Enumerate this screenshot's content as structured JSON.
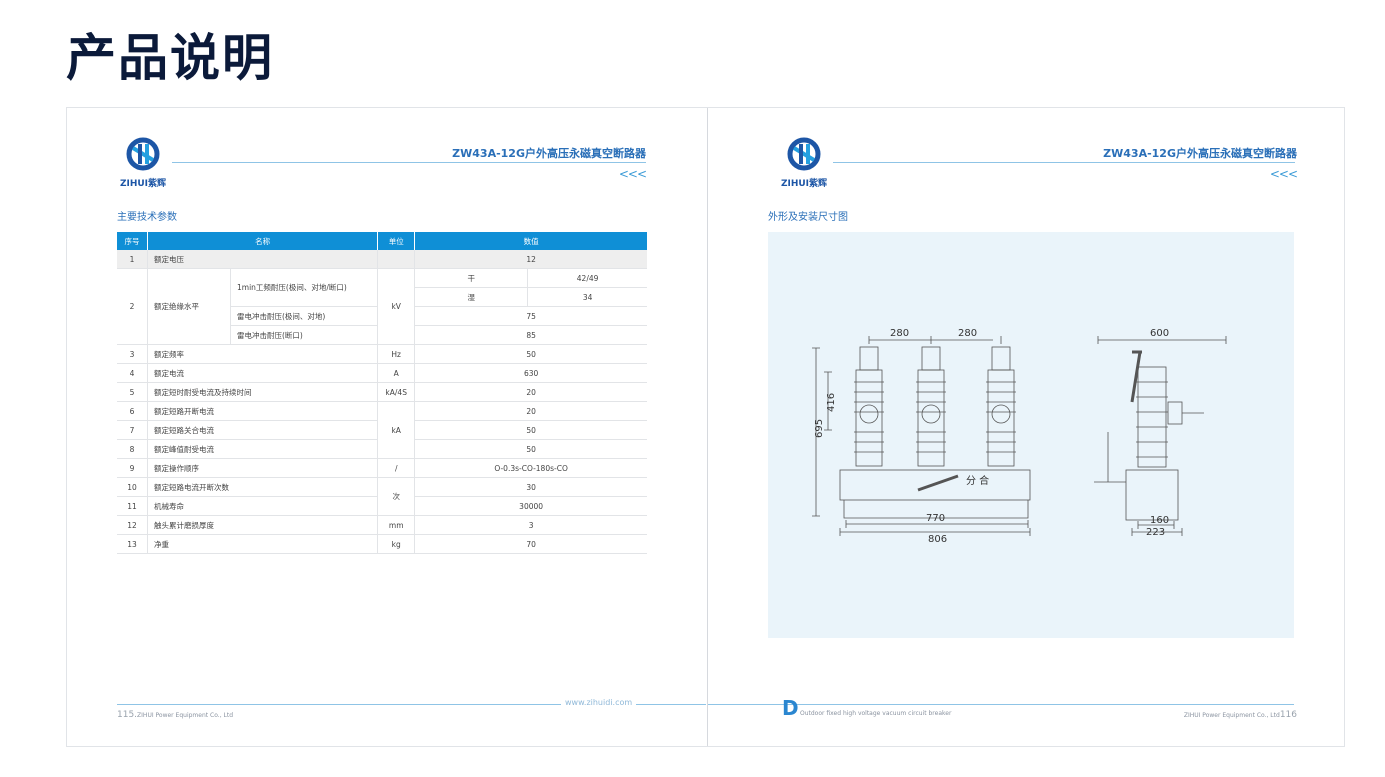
{
  "page_title": "产品说明",
  "brand": {
    "logo_text": "ZIHUI紫辉",
    "accent": "#1d56a6"
  },
  "doc_title": "ZW43A-12G户外高压永磁真空断路器",
  "chevrons": "<<<",
  "left_page": {
    "section_title": "主要技术参数",
    "table": {
      "headers": [
        "序号",
        "名称",
        "单位",
        "数值"
      ],
      "rows": [
        {
          "no": "1",
          "name": "额定电压",
          "value": "12"
        },
        {
          "no": "2",
          "name": "额定绝缘水平",
          "sub1": "1min工频耐压(极间、对地/断口)",
          "unit": "kV",
          "dry_label": "干",
          "dry_value": "42/49",
          "wet_label": "湿",
          "wet_value": "34",
          "sub2": "雷电冲击耐压(极间、对地)",
          "sub2_value": "75",
          "sub3": "雷电冲击耐压(断口)",
          "sub3_value": "85"
        },
        {
          "no": "3",
          "name": "额定频率",
          "unit": "Hz",
          "value": "50"
        },
        {
          "no": "4",
          "name": "额定电流",
          "unit": "A",
          "value": "630"
        },
        {
          "no": "5",
          "name": "额定短时耐受电流及持续时间",
          "unit": "kA/4S",
          "value": "20"
        },
        {
          "no": "6",
          "name": "额定短路开断电流",
          "value": "20"
        },
        {
          "no": "7",
          "name": "额定短路关合电流",
          "unit": "kA",
          "value": "50"
        },
        {
          "no": "8",
          "name": "额定峰值耐受电流",
          "value": "50"
        },
        {
          "no": "9",
          "name": "额定操作顺序",
          "unit": "/",
          "value": "O-0.3s-CO-180s-CO"
        },
        {
          "no": "10",
          "name": "额定短路电流开断次数",
          "unit": "次",
          "value": "30"
        },
        {
          "no": "11",
          "name": "机械寿命",
          "value": "30000"
        },
        {
          "no": "12",
          "name": "触头累计磨损厚度",
          "unit": "mm",
          "value": "3"
        },
        {
          "no": "13",
          "name": "净重",
          "unit": "kg",
          "value": "70"
        }
      ]
    },
    "footer_num": "115.",
    "footer_company": "ZIHUI Power Equipment Co., Ltd",
    "footer_url": "www.zihuidi.com"
  },
  "right_page": {
    "section_title": "外形及安装尺寸图",
    "drawing": {
      "dims": [
        "280",
        "280",
        "600",
        "416",
        "695",
        "770",
        "806",
        "160",
        "223"
      ],
      "panel_label": "分 合"
    },
    "footer_letter": "D",
    "footer_slogan": "Outdoor fixed high voltage vacuum circuit breaker",
    "footer_company": "ZIHUI Power Equipment Co., Ltd",
    "footer_num": "116"
  }
}
